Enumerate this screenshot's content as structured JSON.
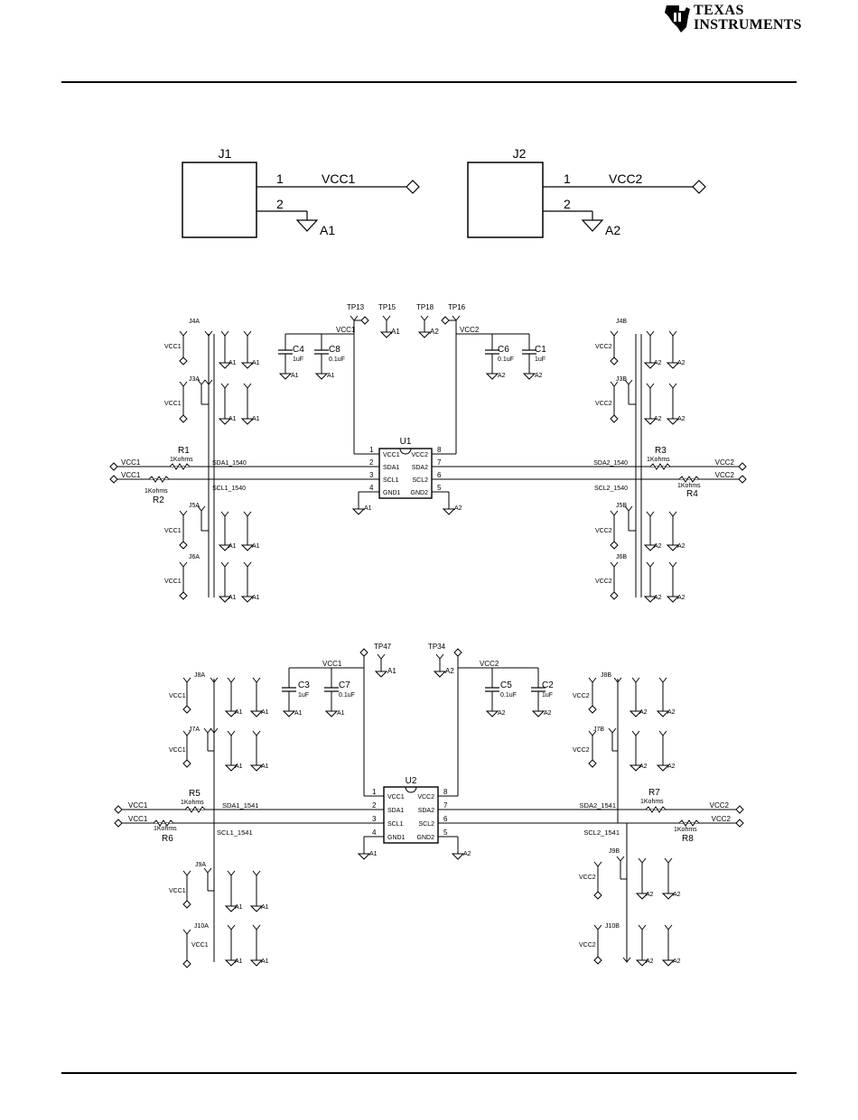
{
  "logo": {
    "line1": "TEXAS",
    "line2": "INSTRUMENTS"
  },
  "connectors": {
    "j1": {
      "ref": "J1",
      "pin1": "1",
      "pin2": "2",
      "net1": "VCC1",
      "gnd": "A1"
    },
    "j2": {
      "ref": "J2",
      "pin1": "1",
      "pin2": "2",
      "net1": "VCC2",
      "gnd": "A2"
    }
  },
  "block1": {
    "ic": {
      "ref": "U1",
      "pins_left": [
        "VCC1",
        "SDA1",
        "SCL1",
        "GND1"
      ],
      "pins_right": [
        "VCC2",
        "SDA2",
        "SCL2",
        "GND2"
      ],
      "num_left": [
        "1",
        "2",
        "3",
        "4"
      ],
      "num_right": [
        "8",
        "7",
        "6",
        "5"
      ]
    },
    "testpoints": {
      "tp_a": "TP13",
      "tp_b": "TP15",
      "tp_c": "TP18",
      "tp_d": "TP16"
    },
    "caps": {
      "c4": "C4",
      "c4v": "1uF",
      "c8": "C8",
      "c8v": "0.1uF",
      "c6": "C6",
      "c6v": "0.1uF",
      "c1": "C1",
      "c1v": "1uF"
    },
    "res": {
      "r1": "R1",
      "r2": "R2",
      "r3": "R3",
      "r4": "R4",
      "val": "1Kohms"
    },
    "nets": {
      "sda1": "SDA1_1540",
      "scl1": "SCL1_1540",
      "sda2": "SDA2_1540",
      "scl2": "SCL2_1540",
      "vcc1": "VCC1",
      "vcc2": "VCC2",
      "a1": "A1",
      "a2": "A2"
    },
    "jumpers": {
      "left": [
        "J4A",
        "J3A",
        "J5A",
        "J6A"
      ],
      "right": [
        "J4B",
        "J3B",
        "J5B",
        "J6B"
      ]
    }
  },
  "block2": {
    "ic": {
      "ref": "U2",
      "pins_left": [
        "VCC1",
        "SDA1",
        "SCL1",
        "GND1"
      ],
      "pins_right": [
        "VCC2",
        "SDA2",
        "SCL2",
        "GND2"
      ],
      "num_left": [
        "1",
        "2",
        "3",
        "4"
      ],
      "num_right": [
        "8",
        "7",
        "6",
        "5"
      ]
    },
    "testpoints": {
      "tp_a": "TP47",
      "tp_b": "TP34"
    },
    "caps": {
      "c3": "C3",
      "c3v": "1uF",
      "c7": "C7",
      "c7v": "0.1uF",
      "c5": "C5",
      "c5v": "0.1uF",
      "c2": "C2",
      "c2v": "1uF"
    },
    "res": {
      "r5": "R5",
      "r6": "R6",
      "r7": "R7",
      "r8": "R8",
      "val": "1Kohms"
    },
    "nets": {
      "sda1": "SDA1_1541",
      "scl1": "SCL1_1541",
      "sda2": "SDA2_1541",
      "scl2": "SCL2_1541",
      "vcc1": "VCC1",
      "vcc2": "VCC2",
      "a1": "A1",
      "a2": "A2"
    },
    "jumpers": {
      "left": [
        "J8A",
        "J7A",
        "J9A",
        "J10A"
      ],
      "right": [
        "J8B",
        "J7B",
        "J9B",
        "J10B"
      ]
    }
  }
}
